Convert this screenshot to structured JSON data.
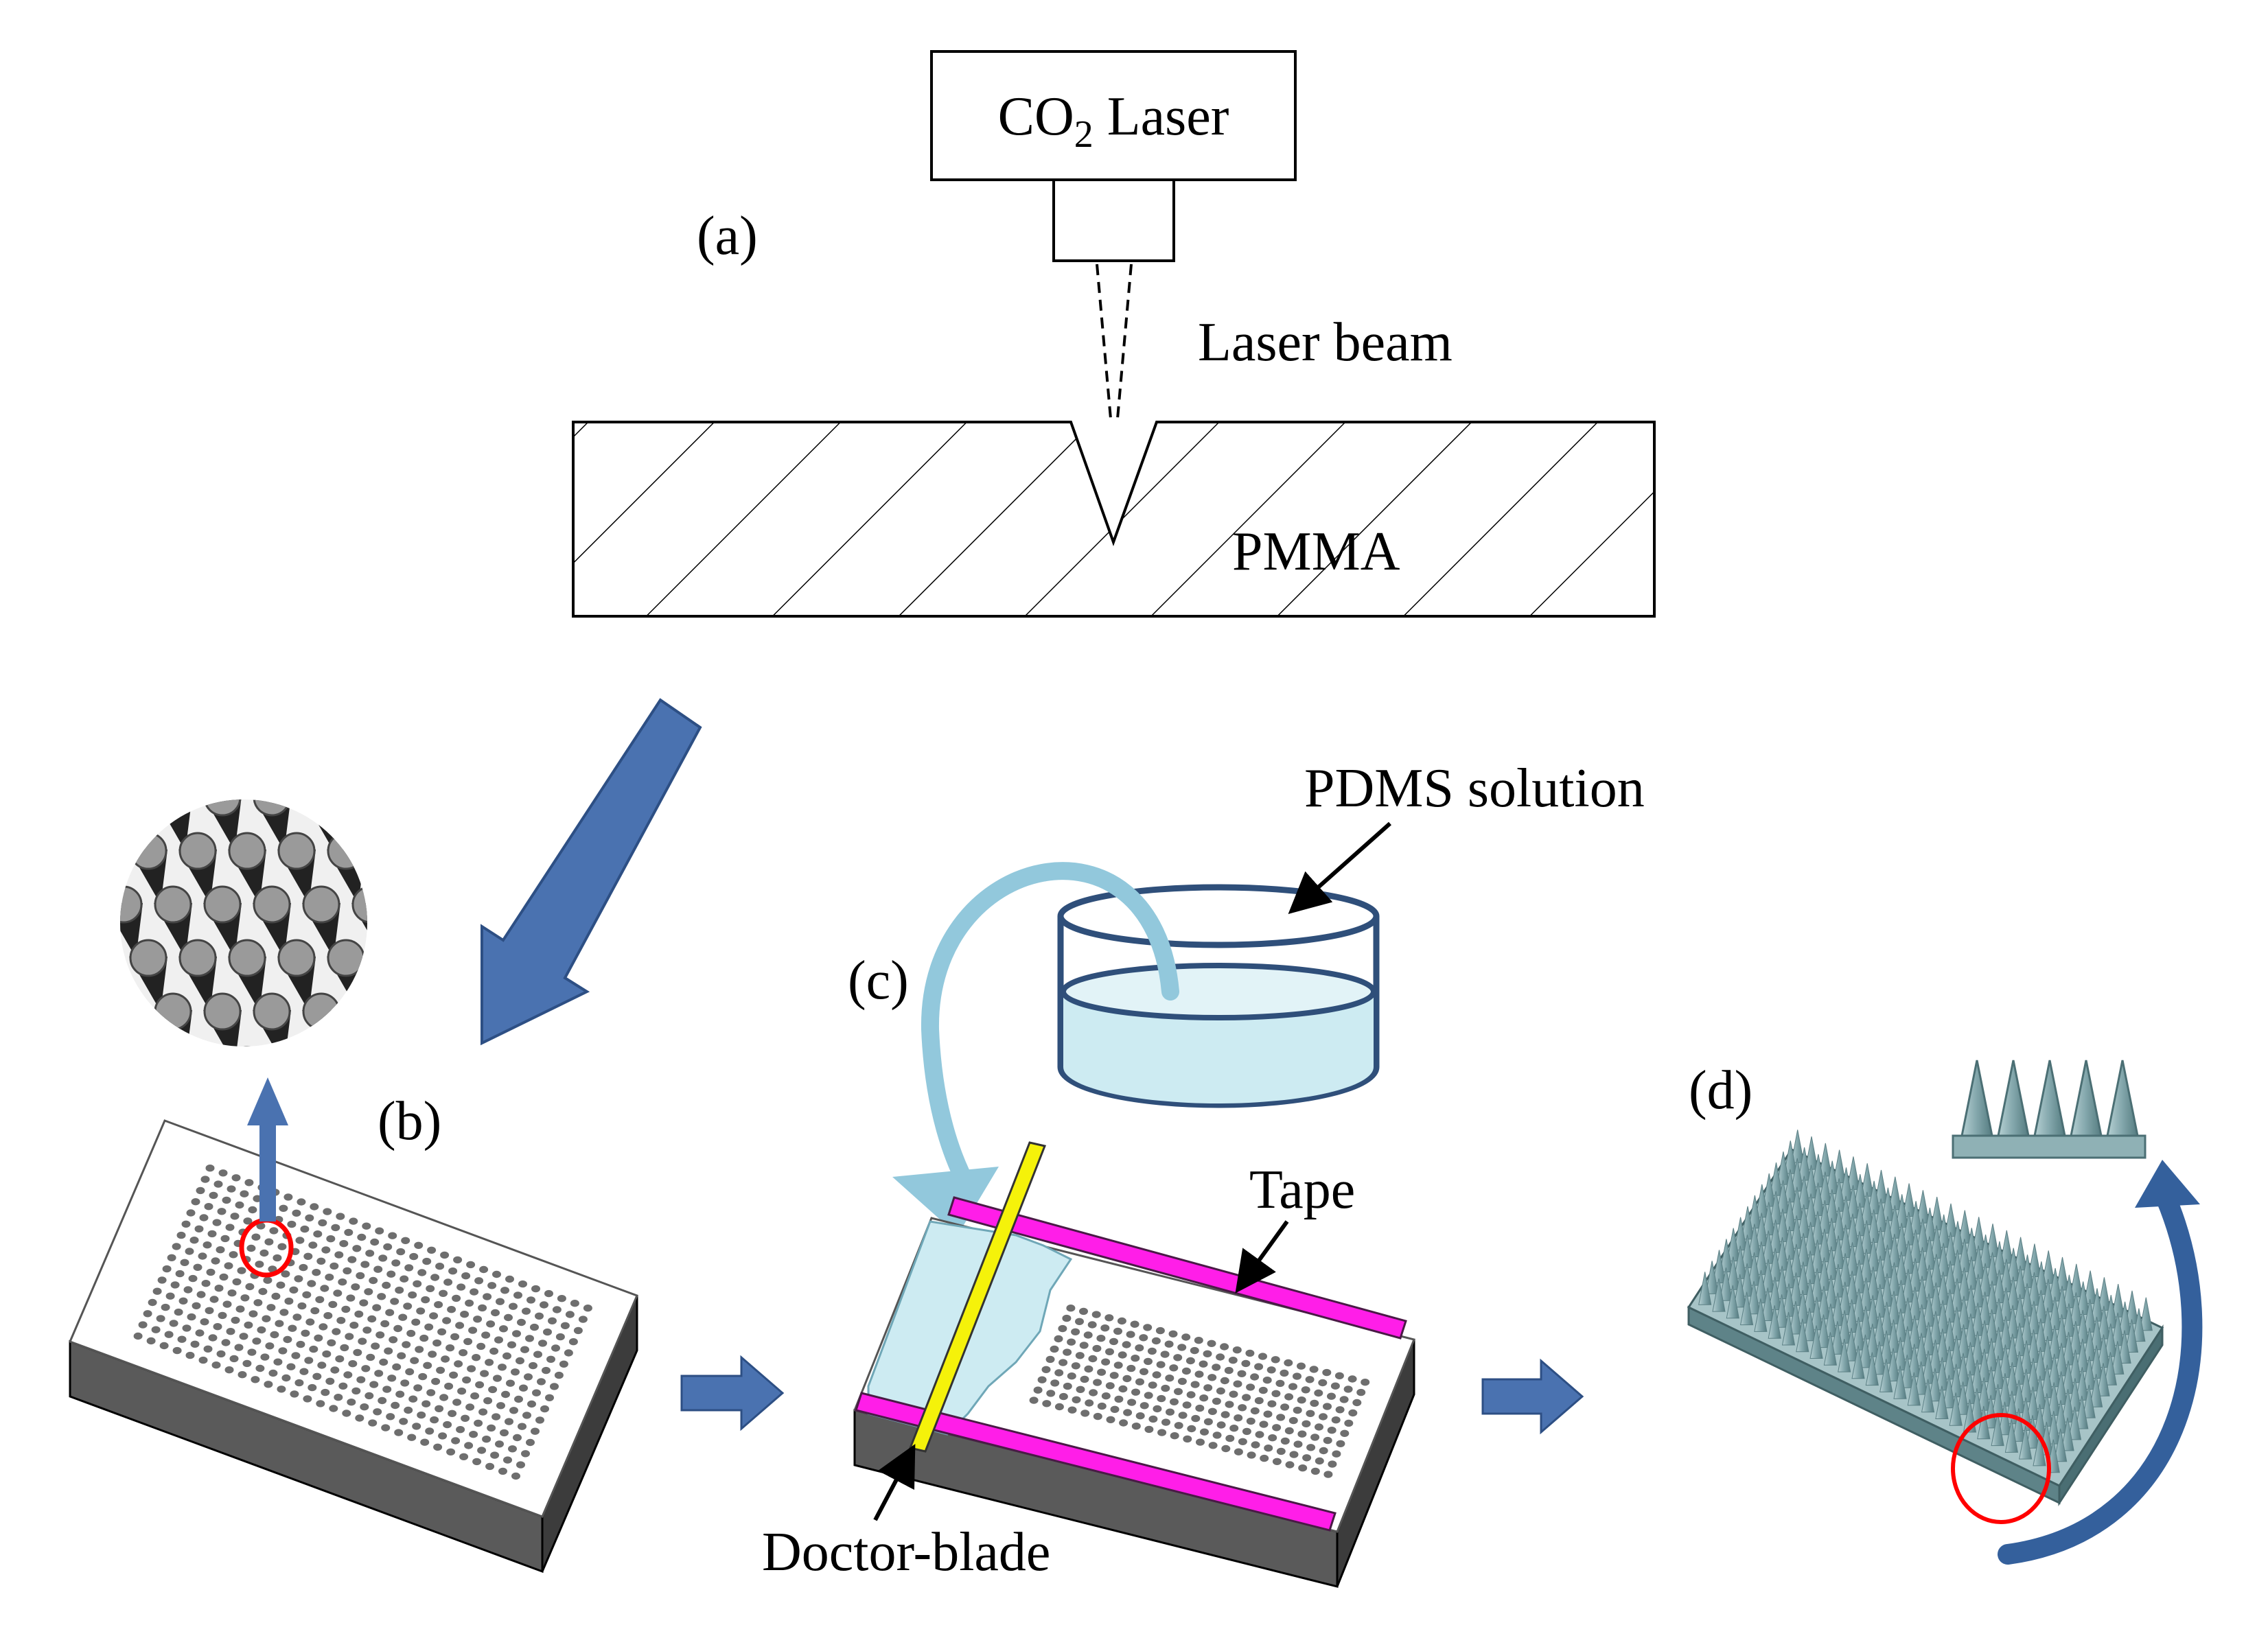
{
  "panels": {
    "a": {
      "label": "(a)"
    },
    "b": {
      "label": "(b)"
    },
    "c": {
      "label": "(c)"
    },
    "d": {
      "label": "(d)"
    }
  },
  "labels": {
    "laser_prefix": "CO",
    "laser_subscript": "2",
    "laser_suffix": " Laser",
    "laser_beam": "Laser beam",
    "pmma": "PMMA",
    "pdms_solution": "PDMS solution",
    "tape": "Tape",
    "doctor_blade": "Doctor-blade"
  },
  "colors": {
    "flow_arrow": "#4a72b0",
    "pour_arrow": "#92c8dc",
    "tape": "#ff1ee8",
    "blade": "#f5f20a",
    "liquid": "#cdebf2",
    "mold_top": "#ffffff",
    "mold_side": "#595959",
    "hole": "#6e6e6e",
    "pdms_array": "#7fa3a8",
    "highlight_circle": "#ff0000"
  }
}
